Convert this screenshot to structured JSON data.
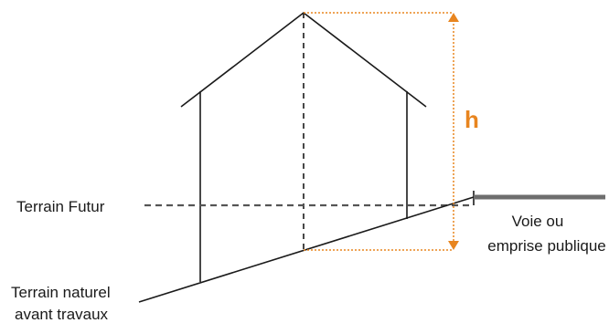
{
  "labels": {
    "terrain_futur": "Terrain Futur",
    "voie_line1": "Voie ou",
    "voie_line2": "emprise publique",
    "terrain_naturel_line1": "Terrain naturel",
    "terrain_naturel_line2": "avant travaux",
    "height": "h"
  },
  "colors": {
    "line": "#1a1a1a",
    "dashed": "#555555",
    "accent": "#e8851f",
    "road": "#6e6e6e"
  }
}
